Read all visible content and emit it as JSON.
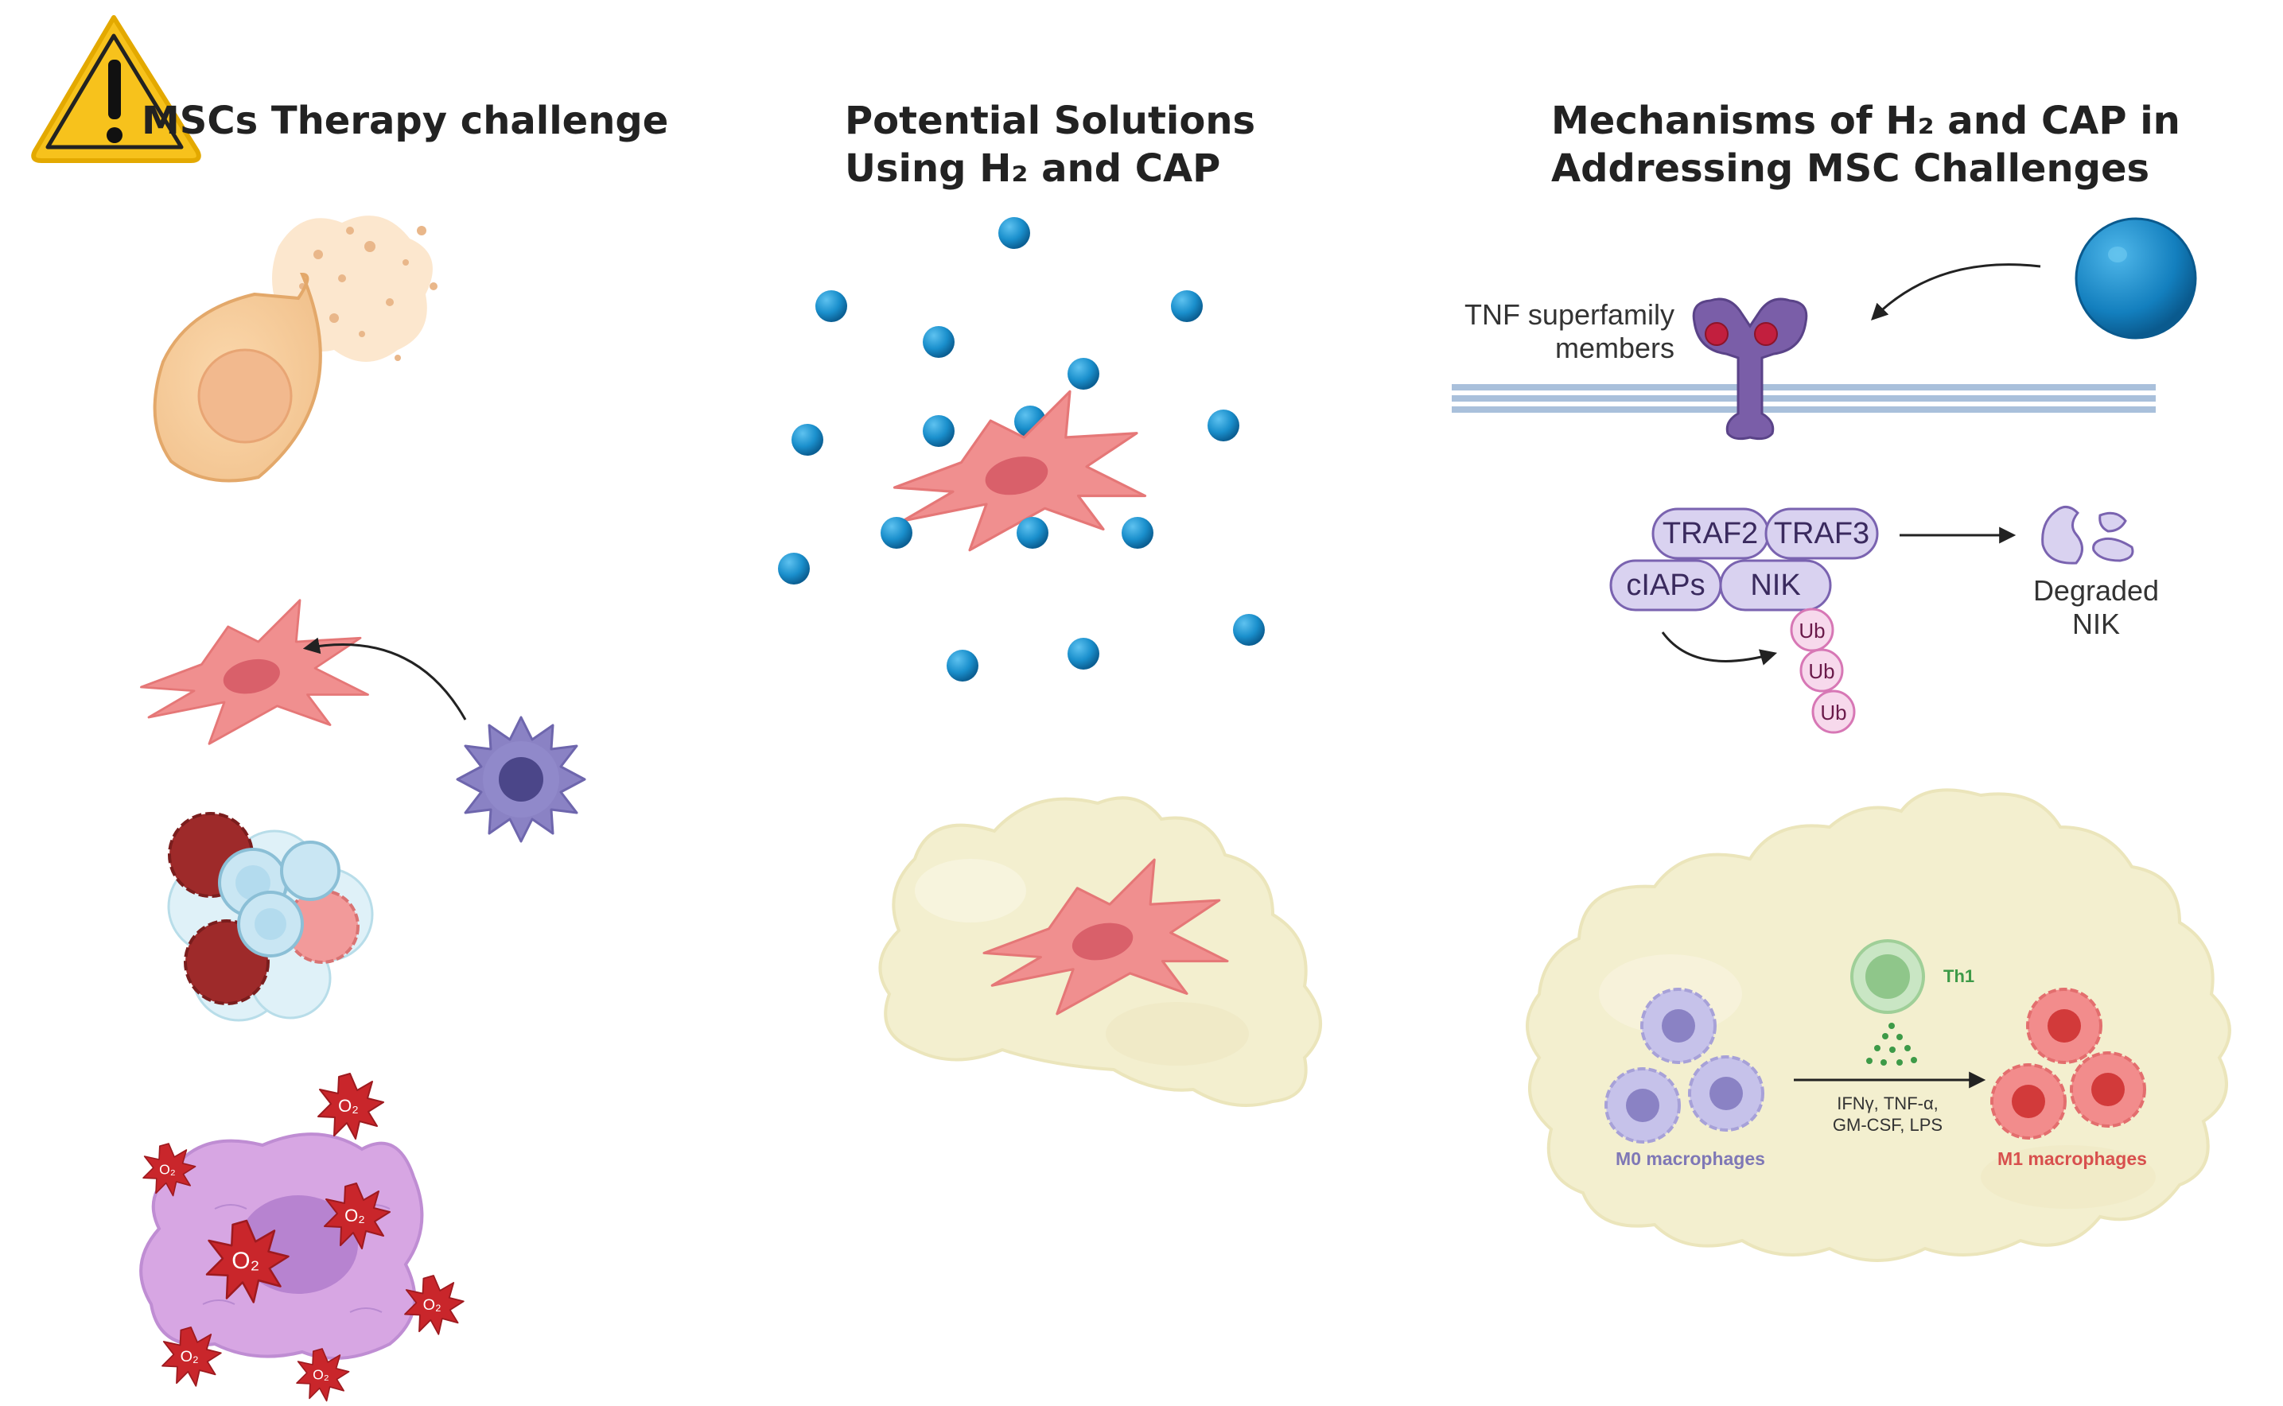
{
  "headers": {
    "challenge": "MSCs Therapy challenge",
    "solutions_line1": "Potential Solutions",
    "solutions_line2": "Using H₂ and CAP",
    "mechanisms_line1": "Mechanisms of H₂ and CAP in",
    "mechanisms_line2": "Addressing MSC Challenges"
  },
  "receptor": {
    "label_line1": "TNF superfamily",
    "label_line2": "members"
  },
  "complex": {
    "traf2": "TRAF2",
    "traf3": "TRAF3",
    "ciaps": "cIAPs",
    "nik": "NIK",
    "ub": [
      "Ub",
      "Ub",
      "Ub"
    ]
  },
  "degraded": {
    "line1": "Degraded",
    "line2": "NIK"
  },
  "macrophages": {
    "th1": "Th1",
    "cytokines_line1": "IFNγ, TNF-α,",
    "cytokines_line2": "GM-CSF, LPS",
    "m0": "M0 macrophages",
    "m1": "M1 macrophages"
  },
  "ros": {
    "label": "O₂",
    "dot": "·"
  },
  "colors": {
    "h2_bubble": "#1a8fcc",
    "msc_cell": "#f08f8f",
    "hydrogel": "#f3efcf",
    "warning": "#f7c21c",
    "ros_star": "#c9262b",
    "receptor": "#7a5ea8",
    "membrane": "#a9c0db",
    "complex_box": "#d9d2f0",
    "ub_ring": "#e5a8d4"
  }
}
